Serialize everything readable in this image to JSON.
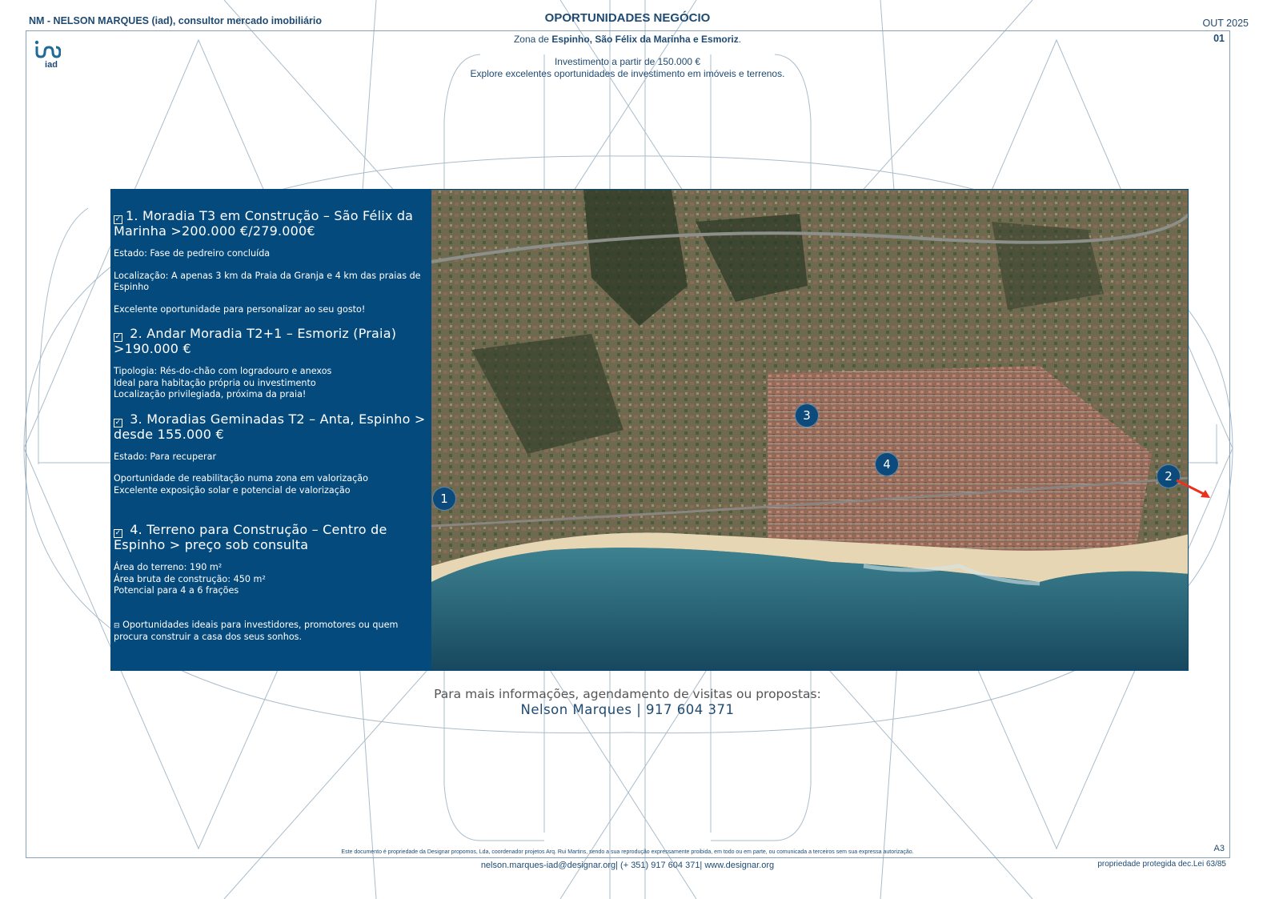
{
  "header": {
    "author": "NM - NELSON MARQUES (iad), consultor mercado imobiliário",
    "title": "OPORTUNIDADES NEGÓCIO",
    "date": "OUT 2025",
    "page_number": "01",
    "zone_prefix": "Zona de ",
    "zone_places": "Espinho, São Félix da Marinha e Esmoriz",
    "zone_suffix": ".",
    "intro_line1": "Investimento a partir de 150.000 €",
    "intro_line2": "Explore excelentes oportunidades de investimento em imóveis e terrenos."
  },
  "logo": {
    "text": "iad"
  },
  "listings": [
    {
      "title": "1. Moradia T3 em Construção – São Félix da Marinha >200.000 €/279.000€",
      "lines": [
        "Estado: Fase de pedreiro concluída",
        "Localização: A apenas 3 km da Praia da Granja e 4 km das praias de Espinho",
        "Excelente oportunidade para personalizar ao seu gosto!"
      ]
    },
    {
      "title": "2. Andar Moradia T2+1 – Esmoriz (Praia) >190.000 €",
      "lines": [
        "Tipologia: Rés-do-chão com logradouro e anexos",
        "Ideal para habitação própria ou investimento",
        "Localização privilegiada, próxima da praia!"
      ]
    },
    {
      "title": "3. Moradias Geminadas T2 – Anta, Espinho > desde 155.000 €",
      "lines": [
        "Estado: Para recuperar",
        "Oportunidade de reabilitação numa zona em valorização",
        "Excelente exposição solar e potencial de valorização"
      ]
    },
    {
      "title": "4. Terreno para Construção – Centro de Espinho > preço sob consulta",
      "lines": [
        "Área do terreno: 190 m²",
        "Área bruta de construção: 450 m²",
        "Potencial para 4 a 6 frações"
      ]
    }
  ],
  "closing_note": "Oportunidades ideais para investidores, promotores ou quem procura construir a casa dos seus sonhos.",
  "map": {
    "markers": [
      "1",
      "2",
      "3",
      "4"
    ]
  },
  "contact": {
    "line1": "Para mais informações, agendamento de visitas ou propostas:",
    "line2": "Nelson Marques | 917 604 371"
  },
  "footer": {
    "legal": "Este documento é propriedade da Designar propomos, Lda, coordenador projetos Arq. Rui Martins, sendo a sua reprodução expressamente proibida, em todo ou em parte, ou comunicada a terceiros sem sua expressa autorização.",
    "contacts": "nelson.marques-iad@designar.org| (+ 351) 917 604 371| www.designar.org",
    "format": "A3",
    "protection": "propriedade protegida dec.Lei 63/85"
  },
  "colors": {
    "brand": "#1f4a72",
    "panel": "#054a7c",
    "arrow": "#e8321e"
  }
}
